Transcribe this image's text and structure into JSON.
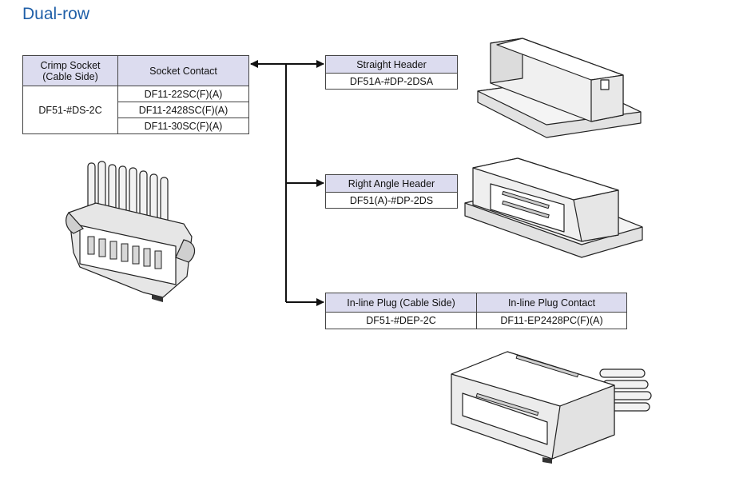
{
  "title": "Dual-row",
  "crimp_table": {
    "col1_header_line1": "Crimp Socket",
    "col1_header_line2": "(Cable Side)",
    "col2_header": "Socket Contact",
    "socket_part": "DF51-#DS-2C",
    "contacts": [
      "DF11-22SC(F)(A)",
      "DF11-2428SC(F)(A)",
      "DF11-30SC(F)(A)"
    ]
  },
  "straight_header": {
    "label": "Straight Header",
    "part": "DF51A-#DP-2DSA"
  },
  "right_angle_header": {
    "label": "Right Angle Header",
    "part": "DF51(A)-#DP-2DS"
  },
  "inline_plug": {
    "col1_header": "In-line Plug (Cable Side)",
    "col2_header": "In-line Plug Contact",
    "plug_part": "DF51-#DEP-2C",
    "contact_part": "DF11-EP2428PC(F)(A)"
  },
  "colors": {
    "title": "#1f5fa8",
    "header_fill": "#dcdcef",
    "line": "#111111"
  }
}
